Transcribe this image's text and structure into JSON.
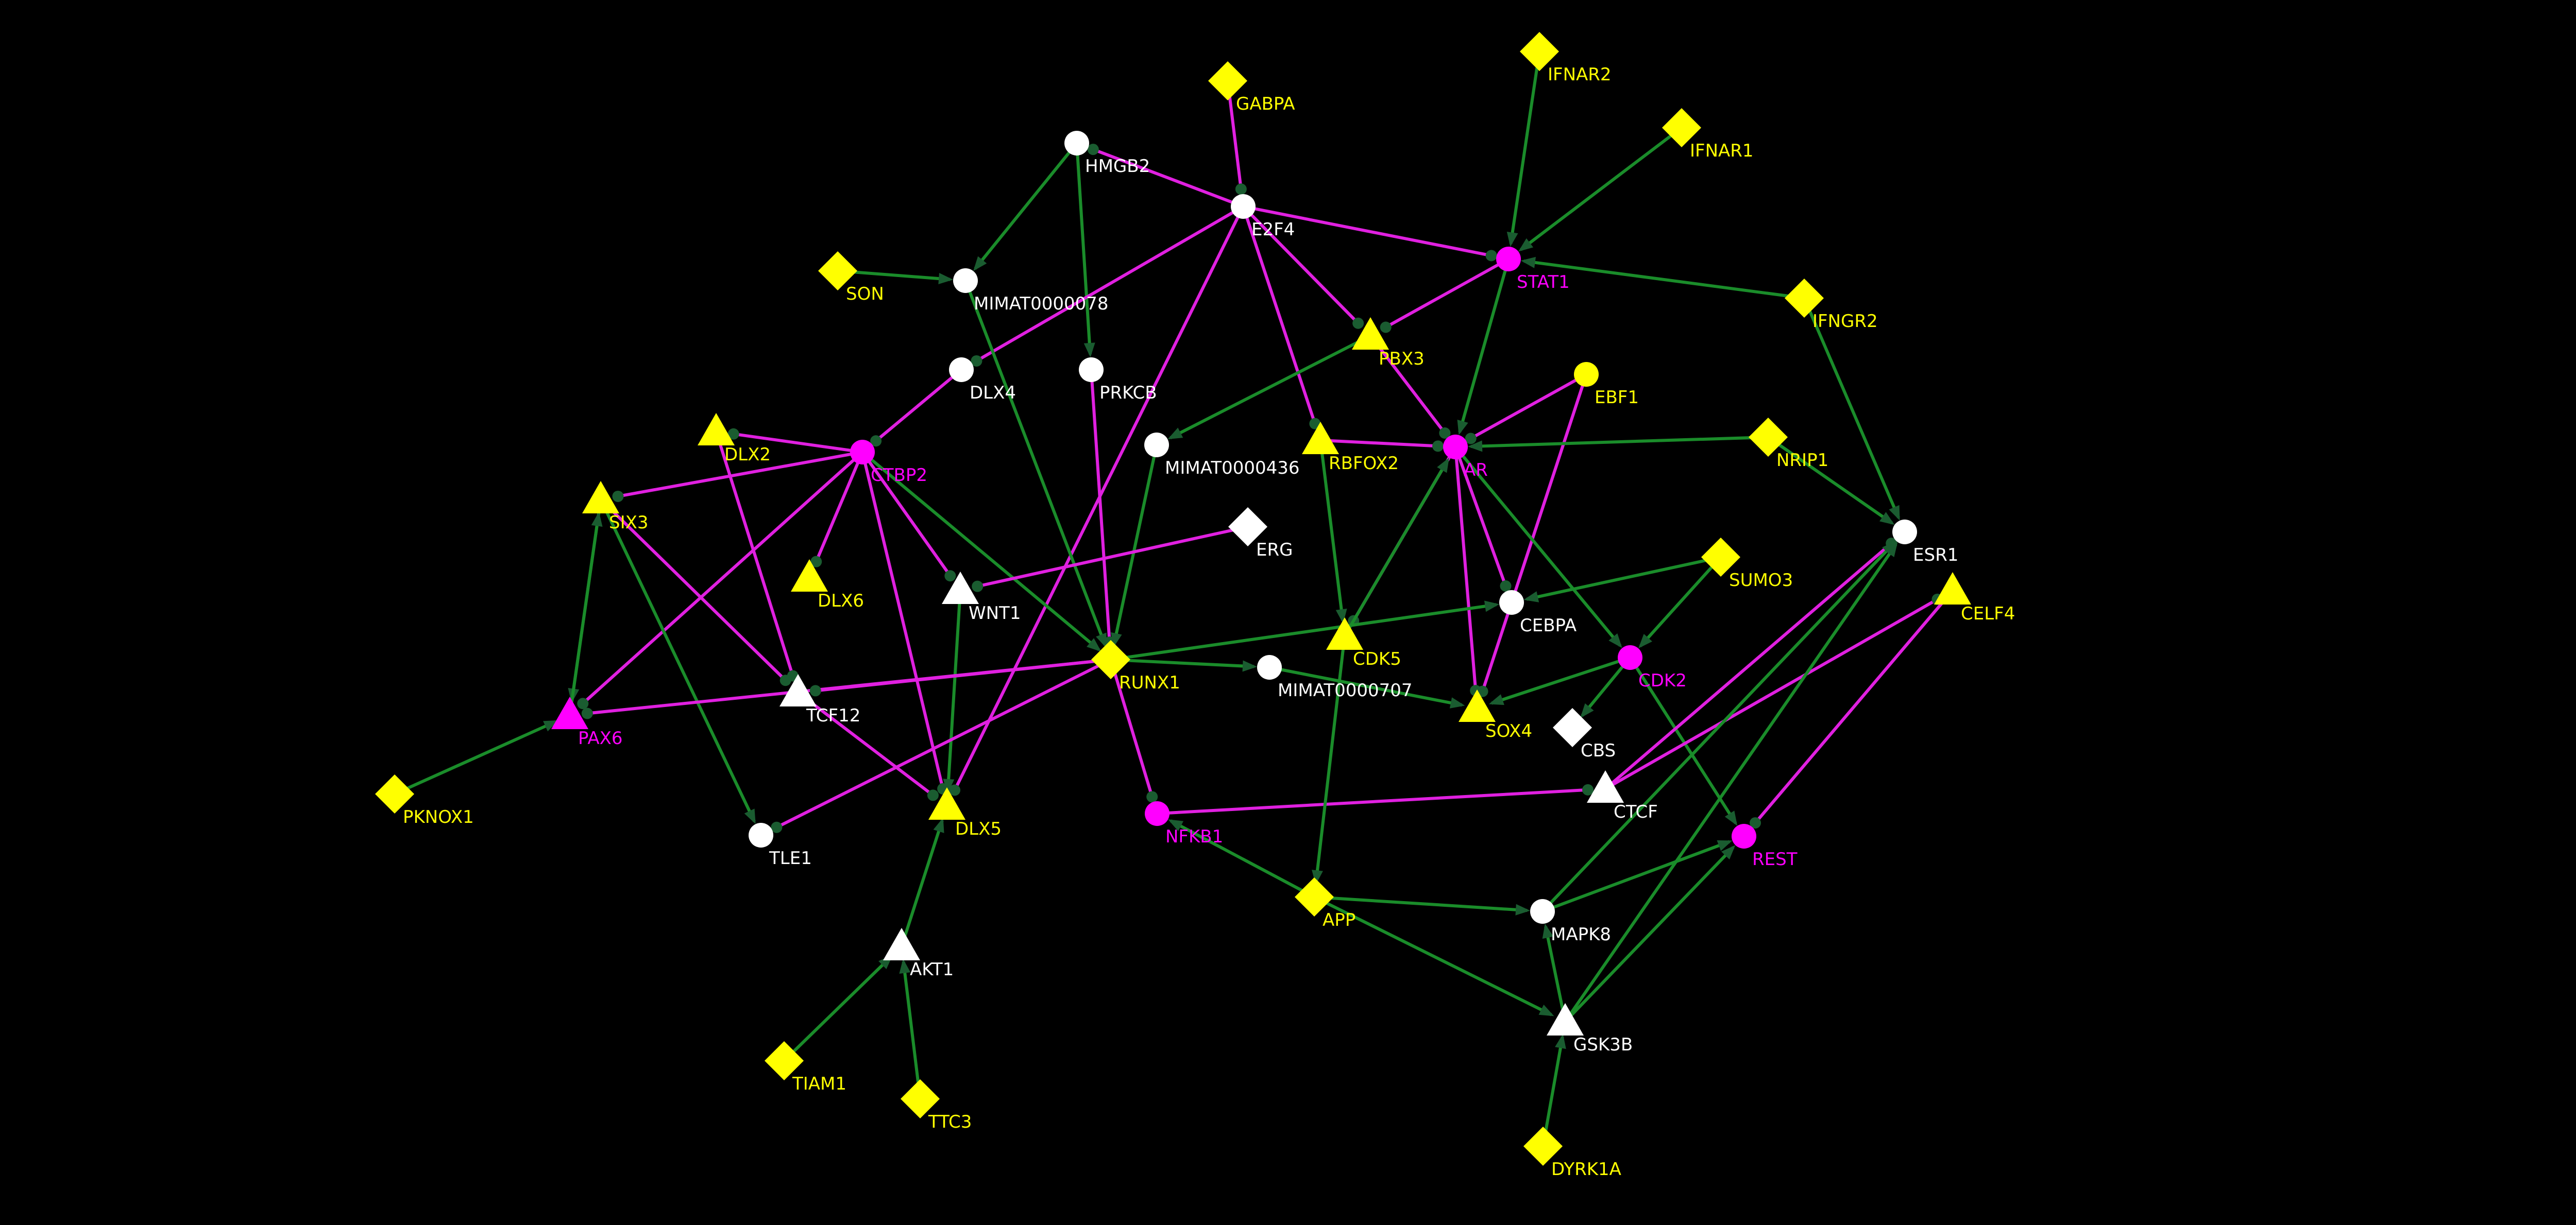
{
  "colors": {
    "background": "#000000",
    "activation_edge": "#1a8c2a",
    "inhibition_edge": "#e020e0",
    "arrow_head": "#1a5c30",
    "yellow": "#ffff00",
    "magenta": "#ff00ff",
    "white": "#ffffff"
  },
  "nodes": [
    {
      "id": "GABPA",
      "label": "GABPA",
      "shape": "diamond",
      "color": "yellow"
    },
    {
      "id": "IFNAR2",
      "label": "IFNAR2",
      "shape": "diamond",
      "color": "yellow"
    },
    {
      "id": "IFNAR1",
      "label": "IFNAR1",
      "shape": "diamond",
      "color": "yellow"
    },
    {
      "id": "HMGB2",
      "label": "HMGB2",
      "shape": "circle",
      "color": "white"
    },
    {
      "id": "E2F4",
      "label": "E2F4",
      "shape": "circle",
      "color": "white"
    },
    {
      "id": "STAT1",
      "label": "STAT1",
      "shape": "circle",
      "color": "magenta"
    },
    {
      "id": "SON",
      "label": "SON",
      "shape": "diamond",
      "color": "yellow"
    },
    {
      "id": "MIMAT0000078",
      "label": "MIMAT0000078",
      "shape": "circle",
      "color": "white"
    },
    {
      "id": "IFNGR2",
      "label": "IFNGR2",
      "shape": "diamond",
      "color": "yellow"
    },
    {
      "id": "PBX3",
      "label": "PBX3",
      "shape": "triangle",
      "color": "yellow"
    },
    {
      "id": "DLX4",
      "label": "DLX4",
      "shape": "circle",
      "color": "white"
    },
    {
      "id": "PRKCB",
      "label": "PRKCB",
      "shape": "circle",
      "color": "white"
    },
    {
      "id": "EBF1",
      "label": "EBF1",
      "shape": "circle",
      "color": "yellow"
    },
    {
      "id": "DLX2",
      "label": "DLX2",
      "shape": "triangle",
      "color": "yellow"
    },
    {
      "id": "CTBP2",
      "label": "CTBP2",
      "shape": "circle",
      "color": "magenta"
    },
    {
      "id": "MIMAT0000436",
      "label": "MIMAT0000436",
      "shape": "circle",
      "color": "white"
    },
    {
      "id": "RBFOX2",
      "label": "RBFOX2",
      "shape": "triangle",
      "color": "yellow"
    },
    {
      "id": "AR",
      "label": "AR",
      "shape": "circle",
      "color": "magenta"
    },
    {
      "id": "NRIP1",
      "label": "NRIP1",
      "shape": "diamond",
      "color": "yellow"
    },
    {
      "id": "SIX3",
      "label": "SIX3",
      "shape": "triangle",
      "color": "yellow"
    },
    {
      "id": "ESR1",
      "label": "ESR1",
      "shape": "circle",
      "color": "white"
    },
    {
      "id": "ERG",
      "label": "ERG",
      "shape": "diamond",
      "color": "white"
    },
    {
      "id": "SUMO3",
      "label": "SUMO3",
      "shape": "diamond",
      "color": "yellow"
    },
    {
      "id": "DLX6",
      "label": "DLX6",
      "shape": "triangle",
      "color": "yellow"
    },
    {
      "id": "WNT1",
      "label": "WNT1",
      "shape": "triangle",
      "color": "white"
    },
    {
      "id": "CEBPA",
      "label": "CEBPA",
      "shape": "circle",
      "color": "white"
    },
    {
      "id": "CELF4",
      "label": "CELF4",
      "shape": "triangle",
      "color": "yellow"
    },
    {
      "id": "RUNX1",
      "label": "RUNX1",
      "shape": "diamond",
      "color": "yellow"
    },
    {
      "id": "CDK5",
      "label": "CDK5",
      "shape": "triangle",
      "color": "yellow"
    },
    {
      "id": "MIMAT0000707",
      "label": "MIMAT0000707",
      "shape": "circle",
      "color": "white"
    },
    {
      "id": "CDK2",
      "label": "CDK2",
      "shape": "circle",
      "color": "magenta"
    },
    {
      "id": "TCF12",
      "label": "TCF12",
      "shape": "triangle",
      "color": "white"
    },
    {
      "id": "SOX4",
      "label": "SOX4",
      "shape": "triangle",
      "color": "yellow"
    },
    {
      "id": "PAX6",
      "label": "PAX6",
      "shape": "triangle",
      "color": "magenta"
    },
    {
      "id": "CBS",
      "label": "CBS",
      "shape": "diamond",
      "color": "white"
    },
    {
      "id": "PKNOX1",
      "label": "PKNOX1",
      "shape": "diamond",
      "color": "yellow"
    },
    {
      "id": "CTCF",
      "label": "CTCF",
      "shape": "triangle",
      "color": "white"
    },
    {
      "id": "NFKB1",
      "label": "NFKB1",
      "shape": "circle",
      "color": "magenta"
    },
    {
      "id": "TLE1",
      "label": "TLE1",
      "shape": "circle",
      "color": "white"
    },
    {
      "id": "DLX5",
      "label": "DLX5",
      "shape": "triangle",
      "color": "yellow"
    },
    {
      "id": "REST",
      "label": "REST",
      "shape": "circle",
      "color": "magenta"
    },
    {
      "id": "APP",
      "label": "APP",
      "shape": "diamond",
      "color": "yellow"
    },
    {
      "id": "MAPK8",
      "label": "MAPK8",
      "shape": "circle",
      "color": "white"
    },
    {
      "id": "AKT1",
      "label": "AKT1",
      "shape": "triangle",
      "color": "white"
    },
    {
      "id": "GSK3B",
      "label": "GSK3B",
      "shape": "triangle",
      "color": "white"
    },
    {
      "id": "TIAM1",
      "label": "TIAM1",
      "shape": "diamond",
      "color": "yellow"
    },
    {
      "id": "TTC3",
      "label": "TTC3",
      "shape": "diamond",
      "color": "yellow"
    },
    {
      "id": "DYRK1A",
      "label": "DYRK1A",
      "shape": "diamond",
      "color": "yellow"
    }
  ],
  "edges": [
    {
      "source": "GABPA",
      "target": "E2F4",
      "type": "inhibition"
    },
    {
      "source": "IFNAR2",
      "target": "STAT1",
      "type": "activation"
    },
    {
      "source": "IFNAR1",
      "target": "STAT1",
      "type": "activation"
    },
    {
      "source": "E2F4",
      "target": "HMGB2",
      "type": "inhibition"
    },
    {
      "source": "E2F4",
      "target": "STAT1",
      "type": "inhibition"
    },
    {
      "source": "IFNGR2",
      "target": "STAT1",
      "type": "activation"
    },
    {
      "source": "IFNGR2",
      "target": "ESR1",
      "type": "activation"
    },
    {
      "source": "SON",
      "target": "MIMAT0000078",
      "type": "activation"
    },
    {
      "source": "HMGB2",
      "target": "MIMAT0000078",
      "type": "activation"
    },
    {
      "source": "HMGB2",
      "target": "PRKCB",
      "type": "activation"
    },
    {
      "source": "E2F4",
      "target": "DLX4",
      "type": "inhibition"
    },
    {
      "source": "E2F4",
      "target": "PBX3",
      "type": "inhibition"
    },
    {
      "source": "E2F4",
      "target": "RBFOX2",
      "type": "inhibition"
    },
    {
      "source": "E2F4",
      "target": "DLX5",
      "type": "inhibition"
    },
    {
      "source": "STAT1",
      "target": "PBX3",
      "type": "inhibition"
    },
    {
      "source": "STAT1",
      "target": "AR",
      "type": "activation"
    },
    {
      "source": "DLX4",
      "target": "CTBP2",
      "type": "inhibition"
    },
    {
      "source": "PRKCB",
      "target": "RUNX1",
      "type": "inhibition"
    },
    {
      "source": "MIMAT0000078",
      "target": "RUNX1",
      "type": "activation"
    },
    {
      "source": "PBX3",
      "target": "MIMAT0000436",
      "type": "activation"
    },
    {
      "source": "PBX3",
      "target": "AR",
      "type": "inhibition"
    },
    {
      "source": "EBF1",
      "target": "AR",
      "type": "inhibition"
    },
    {
      "source": "EBF1",
      "target": "SOX4",
      "type": "inhibition"
    },
    {
      "source": "NRIP1",
      "target": "AR",
      "type": "activation"
    },
    {
      "source": "NRIP1",
      "target": "ESR1",
      "type": "activation"
    },
    {
      "source": "CTBP2",
      "target": "DLX2",
      "type": "inhibition"
    },
    {
      "source": "CTBP2",
      "target": "SIX3",
      "type": "inhibition"
    },
    {
      "source": "CTBP2",
      "target": "DLX6",
      "type": "inhibition"
    },
    {
      "source": "CTBP2",
      "target": "WNT1",
      "type": "inhibition"
    },
    {
      "source": "CTBP2",
      "target": "DLX5",
      "type": "inhibition"
    },
    {
      "source": "CTBP2",
      "target": "PAX6",
      "type": "inhibition"
    },
    {
      "source": "CTBP2",
      "target": "RUNX1",
      "type": "activation"
    },
    {
      "source": "MIMAT0000436",
      "target": "RUNX1",
      "type": "activation"
    },
    {
      "source": "RBFOX2",
      "target": "AR",
      "type": "inhibition"
    },
    {
      "source": "RBFOX2",
      "target": "CDK5",
      "type": "activation"
    },
    {
      "source": "AR",
      "target": "CEBPA",
      "type": "inhibition"
    },
    {
      "source": "AR",
      "target": "CDK2",
      "type": "activation"
    },
    {
      "source": "AR",
      "target": "SOX4",
      "type": "inhibition"
    },
    {
      "source": "AR",
      "target": "CDK5",
      "type": "inhibition"
    },
    {
      "source": "CDK5",
      "target": "AR",
      "type": "activation"
    },
    {
      "source": "ERG",
      "target": "WNT1",
      "type": "inhibition"
    },
    {
      "source": "SUMO3",
      "target": "CEBPA",
      "type": "activation"
    },
    {
      "source": "SUMO3",
      "target": "CDK2",
      "type": "activation"
    },
    {
      "source": "DLX2",
      "target": "TCF12",
      "type": "inhibition"
    },
    {
      "source": "SIX3",
      "target": "PAX6",
      "type": "activation"
    },
    {
      "source": "PAX6",
      "target": "SIX3",
      "type": "activation"
    },
    {
      "source": "SIX3",
      "target": "TCF12",
      "type": "inhibition"
    },
    {
      "source": "SIX3",
      "target": "TLE1",
      "type": "activation"
    },
    {
      "source": "WNT1",
      "target": "DLX5",
      "type": "activation"
    },
    {
      "source": "RUNX1",
      "target": "PAX6",
      "type": "inhibition"
    },
    {
      "source": "RUNX1",
      "target": "TCF12",
      "type": "inhibition"
    },
    {
      "source": "RUNX1",
      "target": "TLE1",
      "type": "inhibition"
    },
    {
      "source": "RUNX1",
      "target": "NFKB1",
      "type": "inhibition"
    },
    {
      "source": "RUNX1",
      "target": "MIMAT0000707",
      "type": "activation"
    },
    {
      "source": "RUNX1",
      "target": "CEBPA",
      "type": "activation"
    },
    {
      "source": "MIMAT0000707",
      "target": "SOX4",
      "type": "activation"
    },
    {
      "source": "CDK2",
      "target": "SOX4",
      "type": "activation"
    },
    {
      "source": "CDK2",
      "target": "CBS",
      "type": "activation"
    },
    {
      "source": "CDK2",
      "target": "REST",
      "type": "activation"
    },
    {
      "source": "TCF12",
      "target": "DLX5",
      "type": "inhibition"
    },
    {
      "source": "PKNOX1",
      "target": "PAX6",
      "type": "activation"
    },
    {
      "source": "CTCF",
      "target": "ESR1",
      "type": "inhibition"
    },
    {
      "source": "CTCF",
      "target": "CELF4",
      "type": "inhibition"
    },
    {
      "source": "NFKB1",
      "target": "CTCF",
      "type": "inhibition"
    },
    {
      "source": "CELF4",
      "target": "REST",
      "type": "inhibition"
    },
    {
      "source": "CDK5",
      "target": "APP",
      "type": "activation"
    },
    {
      "source": "APP",
      "target": "NFKB1",
      "type": "activation"
    },
    {
      "source": "APP",
      "target": "MAPK8",
      "type": "activation"
    },
    {
      "source": "APP",
      "target": "GSK3B",
      "type": "activation"
    },
    {
      "source": "MAPK8",
      "target": "REST",
      "type": "activation"
    },
    {
      "source": "MAPK8",
      "target": "ESR1",
      "type": "activation"
    },
    {
      "source": "GSK3B",
      "target": "ESR1",
      "type": "activation"
    },
    {
      "source": "GSK3B",
      "target": "REST",
      "type": "activation"
    },
    {
      "source": "GSK3B",
      "target": "MAPK8",
      "type": "activation"
    },
    {
      "source": "AKT1",
      "target": "DLX5",
      "type": "activation"
    },
    {
      "source": "TIAM1",
      "target": "AKT1",
      "type": "activation"
    },
    {
      "source": "TTC3",
      "target": "AKT1",
      "type": "activation"
    },
    {
      "source": "DYRK1A",
      "target": "GSK3B",
      "type": "activation"
    }
  ]
}
